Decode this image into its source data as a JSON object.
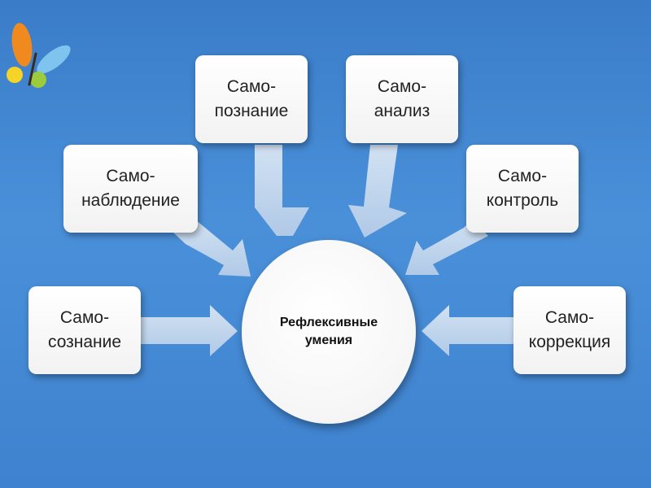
{
  "diagram": {
    "center": {
      "line1": "Рефлексивные",
      "line2": "умения"
    },
    "nodes": [
      {
        "id": "samopoznanie",
        "line1": "Само-",
        "line2": "познание"
      },
      {
        "id": "samoanaliz",
        "line1": "Само-",
        "line2": "анализ"
      },
      {
        "id": "samonabludenie",
        "line1": "Само-",
        "line2": "наблюдение"
      },
      {
        "id": "samokontrol",
        "line1": "Само-",
        "line2": "контроль"
      },
      {
        "id": "samosoznanie",
        "line1": "Само-",
        "line2": "сознание"
      },
      {
        "id": "samokorrekcia",
        "line1": "Само-",
        "line2": "коррекция"
      }
    ]
  },
  "colors": {
    "background": "#4a90d9",
    "arrow_fill": "#c5d9ef",
    "logo_orange": "#f08a1e",
    "logo_blue": "#7fc3ef",
    "logo_yellow": "#f5d327",
    "logo_green": "#9ccb3b"
  }
}
